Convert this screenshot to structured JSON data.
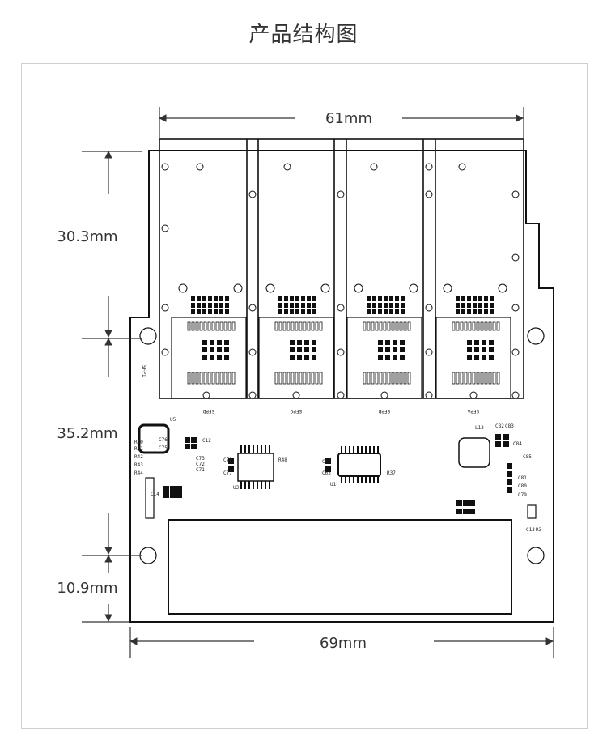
{
  "title": "产品结构图",
  "dimensions": {
    "top_width": "61mm",
    "bottom_width": "69mm",
    "upper_height": "30.3mm",
    "middle_height": "35.2mm",
    "lower_height": "10.9mm"
  },
  "modules": [
    {
      "id": "sfpd",
      "label": "SFPD"
    },
    {
      "id": "sfpc",
      "label": "SFPC"
    },
    {
      "id": "sfpb",
      "label": "SFPB"
    },
    {
      "id": "sfpa",
      "label": "SFPA"
    }
  ],
  "components": {
    "u5": "U5",
    "u3": "U3",
    "u1": "U1",
    "l13": "L13",
    "c77": "C77",
    "c78": "C78",
    "c63": "C63",
    "c64": "C64",
    "r48": "R48",
    "r37": "R37",
    "c73": "C73",
    "c72": "C72",
    "c71": "C71",
    "r40": "R40",
    "r41": "R41",
    "r42": "R42",
    "r43": "R43",
    "r44": "R44",
    "c82": "C82",
    "c83": "C83",
    "c84": "C84",
    "c85": "C85",
    "c80": "C80",
    "c79": "C79",
    "c81": "C81",
    "c13": "C13",
    "r3": "R3",
    "c14": "C14",
    "c12": "C12",
    "c75": "C75",
    "c76": "C76",
    "sfp1": "SFP1"
  }
}
